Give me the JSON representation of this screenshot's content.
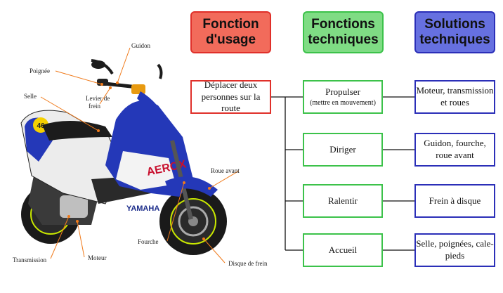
{
  "headers": {
    "usage": "Fonction d'usage",
    "techniques": "Fonctions techniques",
    "solutions": "Solutions techniques"
  },
  "colors": {
    "usage_fill": "#f26b5b",
    "usage_border": "#e0302a",
    "tech_fill": "#7fdc84",
    "tech_border": "#3cc24a",
    "sol_fill": "#6670e0",
    "sol_border": "#2b2fb8",
    "body_blue": "#2438b8",
    "line": "#111111",
    "leader": "#f07a1a"
  },
  "usage_box": "Déplacer deux personnes sur la route",
  "functions": [
    {
      "label": "Propulser",
      "sub": "(mettre en mouvement)",
      "solution": "Moteur, transmission et roues"
    },
    {
      "label": "Diriger",
      "sub": "",
      "solution": "Guidon, fourche, roue avant"
    },
    {
      "label": "Ralentir",
      "sub": "",
      "solution": "Frein à disque"
    },
    {
      "label": "Accueil",
      "sub": "",
      "solution": "Selle, poignées, cale-pieds"
    }
  ],
  "scooter": {
    "brand": "YAMAHA",
    "model": "AEROX",
    "number": "46",
    "labels": {
      "guidon": "Guidon",
      "poignee": "Poignée",
      "selle": "Selle",
      "levier1": "Levier de",
      "levier2": "frein",
      "roue_avant": "Roue avant",
      "fourche": "Fourche",
      "disque": "Disque de frein",
      "transmission": "Transmission",
      "moteur": "Moteur"
    }
  }
}
